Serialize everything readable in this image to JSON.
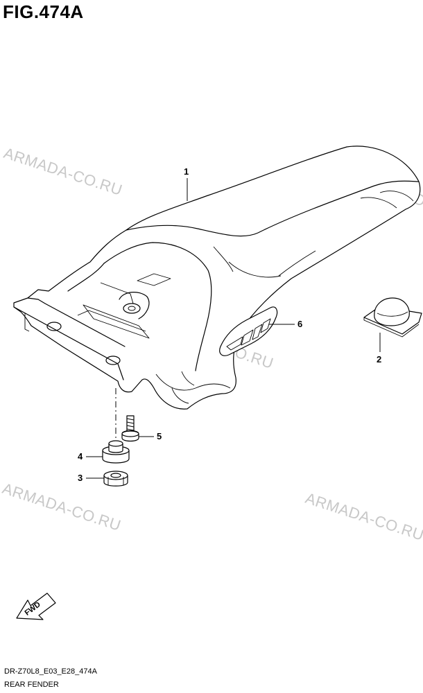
{
  "figure": {
    "title": "FIG.474A",
    "code": "DR-Z70L8_E03_E28_474A",
    "name": "REAR FENDER"
  },
  "watermark": {
    "text": "ARMADA-CO.RU",
    "color": "#c8c8c8"
  },
  "callouts": [
    {
      "id": "1",
      "label": "1"
    },
    {
      "id": "2",
      "label": "2"
    },
    {
      "id": "3",
      "label": "3"
    },
    {
      "id": "4",
      "label": "4"
    },
    {
      "id": "5",
      "label": "5"
    },
    {
      "id": "6",
      "label": "6"
    }
  ],
  "direction_marker": {
    "label": "FWD",
    "icon": "forward-arrow-icon"
  }
}
